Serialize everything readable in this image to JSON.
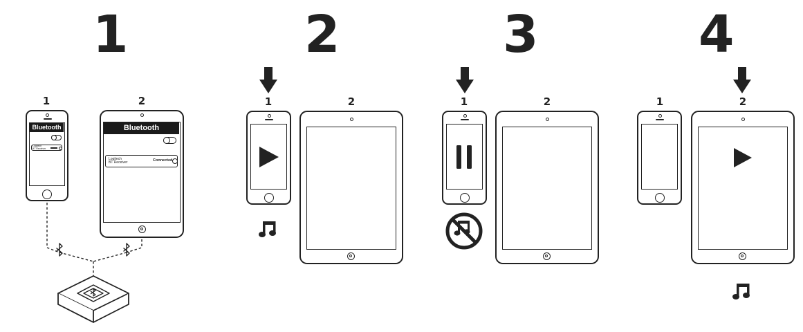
{
  "steps": [
    {
      "number": "1",
      "device_label_1": "1",
      "device_label_2": "2"
    },
    {
      "number": "2",
      "device_label_1": "1",
      "device_label_2": "2"
    },
    {
      "number": "3",
      "device_label_1": "1",
      "device_label_2": "2"
    },
    {
      "number": "4",
      "device_label_1": "1",
      "device_label_2": "2"
    }
  ],
  "bluetooth_screen": {
    "title": "Bluetooth",
    "device_name_line1": "Logitech",
    "device_name_line2": "BT Receiver",
    "status": "Connected"
  },
  "icons": {
    "active_device_marker": "down-arrow-icon",
    "playing": "play-icon",
    "paused": "pause-icon",
    "audio_on": "music-note-icon",
    "audio_off": "no-music-icon",
    "link": "bluetooth-icon",
    "receiver": "bluetooth-receiver-icon"
  },
  "colors": {
    "ink": "#222222",
    "background": "#ffffff"
  }
}
